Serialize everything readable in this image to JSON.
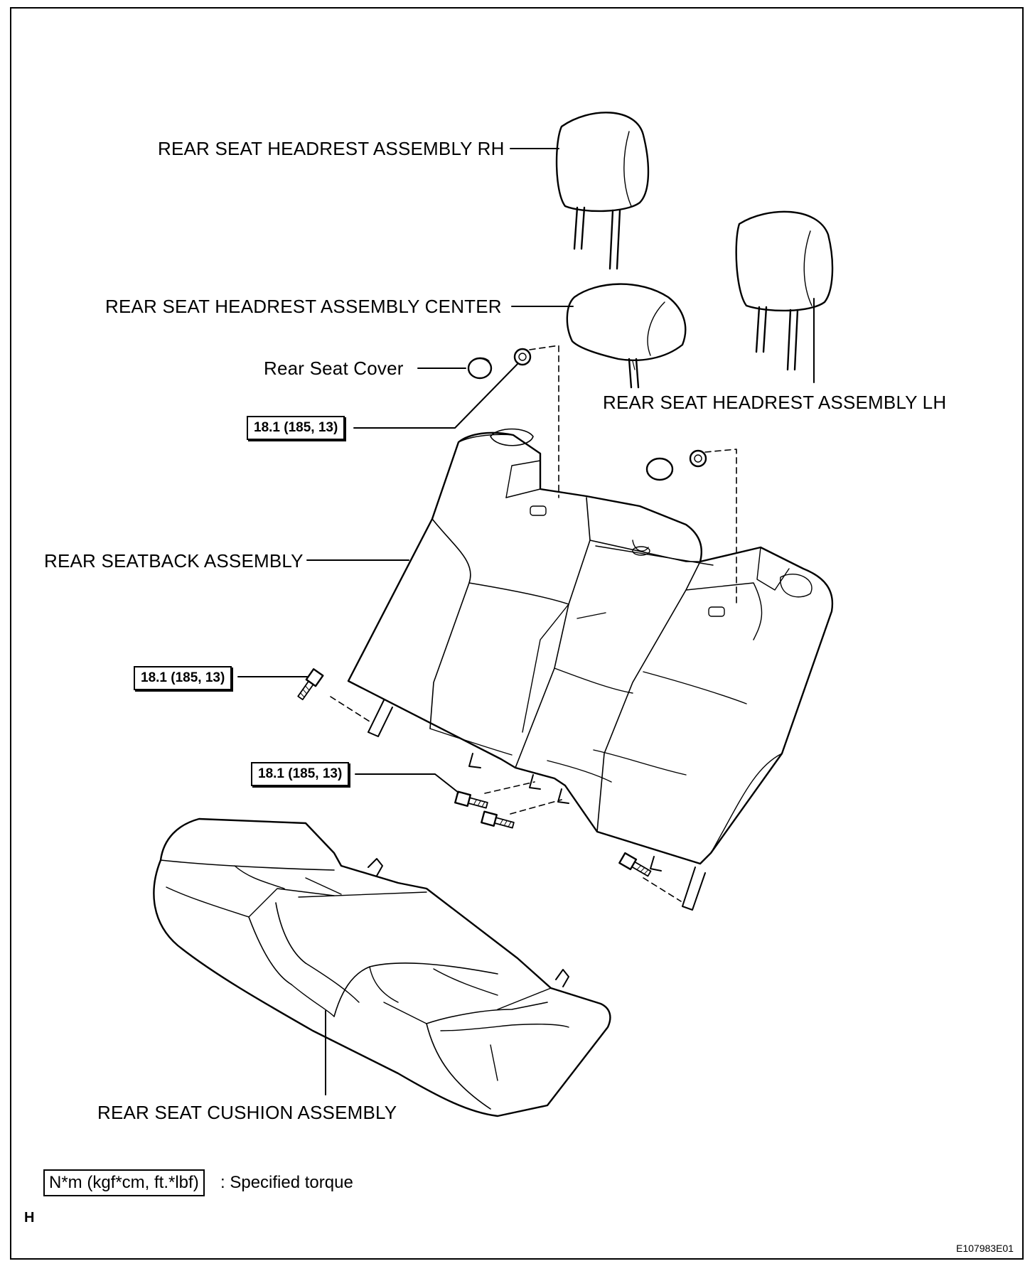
{
  "labels": {
    "headrest_rh": "REAR SEAT HEADREST ASSEMBLY RH",
    "headrest_center": "REAR SEAT HEADREST ASSEMBLY CENTER",
    "headrest_lh": "REAR SEAT HEADREST ASSEMBLY LH",
    "seat_cover": "Rear Seat Cover",
    "seatback": "REAR SEATBACK ASSEMBLY",
    "cushion": "REAR SEAT CUSHION ASSEMBLY"
  },
  "torque": {
    "upper_nut": "18.1 (185, 13)",
    "left_bolt": "18.1 (185, 13)",
    "center_bolts": "18.1 (185, 13)"
  },
  "legend": {
    "unit_box": "N*m (kgf*cm, ft.*lbf)",
    "unit_text": ": Specified torque"
  },
  "corner_mark": "H",
  "figure_code": "E107983E01"
}
